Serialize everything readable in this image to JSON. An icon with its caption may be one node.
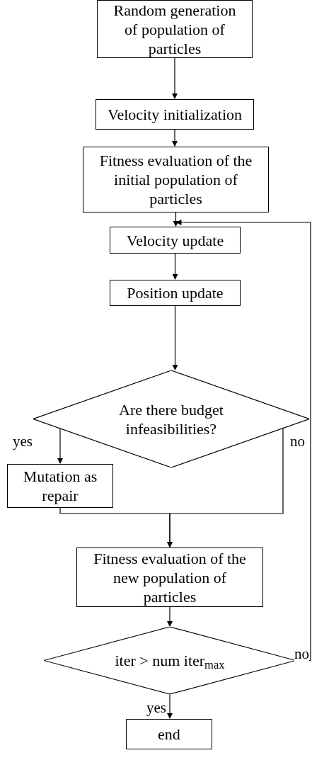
{
  "diagram": {
    "nodes": [
      {
        "text": [
          "Random generation of population of particles"
        ]
      },
      {
        "text": [
          "Velocity initialization"
        ]
      },
      {
        "text": [
          "Fitness evaluation of the initial population of particles"
        ]
      },
      {
        "text": [
          "Velocity update"
        ]
      },
      {
        "text": [
          "Position update"
        ]
      },
      {
        "text": [
          "Are there budget infeasibilities?"
        ]
      },
      {
        "text": [
          "Mutation as repair"
        ]
      },
      {
        "text": [
          "Fitness evaluation of the new population of particles"
        ]
      },
      {
        "text": [
          "iter > num iter$_{max}$"
        ]
      },
      {
        "text": [
          "end"
        ]
      }
    ],
    "edges": [
      {
        "from": 0,
        "to": 1,
        "arrow": "to"
      },
      {
        "from": 1,
        "to": 2,
        "arrow": "to"
      },
      {
        "from": 2,
        "to": 3,
        "arrow": "to"
      },
      {
        "from": 3,
        "to": 4,
        "arrow": "to"
      },
      {
        "from": 4,
        "to": 5,
        "arrow": "to"
      },
      {
        "from": 5,
        "to": 6,
        "arrow": "to",
        "label": "yes"
      },
      {
        "from": 5,
        "to": 7,
        "arrow": "to",
        "label": "no"
      },
      {
        "from": 6,
        "to": 7,
        "arrow": "to"
      },
      {
        "from": 7,
        "to": 8,
        "arrow": "to"
      },
      {
        "from": 8,
        "to": 9,
        "arrow": "to",
        "label": "yes"
      },
      {
        "from": 8,
        "to": 3,
        "arrow": "to",
        "label": "no"
      }
    ]
  }
}
